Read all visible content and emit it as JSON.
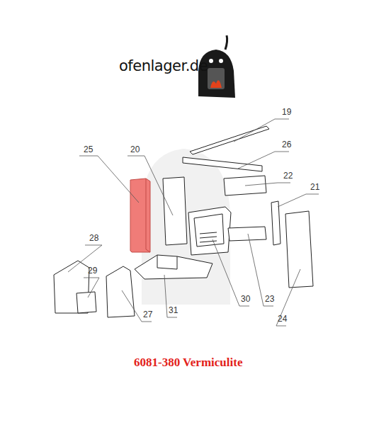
{
  "diagram": {
    "caption": "6081-380 Vermiculite",
    "labels": [
      "ofenlager.de",
      "19",
      "25",
      "20",
      "26",
      "22",
      "21",
      "28",
      "29",
      "30",
      "23",
      "31",
      "27",
      "24"
    ]
  }
}
